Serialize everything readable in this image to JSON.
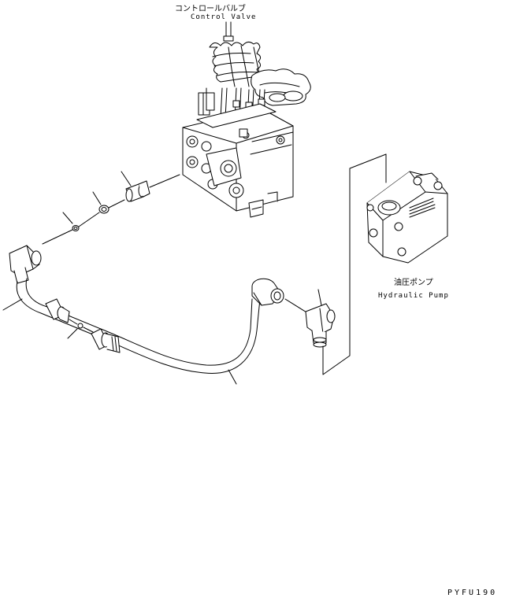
{
  "labels": {
    "control_valve_jp": "コントロールバルブ",
    "control_valve_en": "Control Valve",
    "hydraulic_pump_jp": "油圧ポンプ",
    "hydraulic_pump_en": "Hydraulic Pump",
    "drawing_code": "PYFU190"
  }
}
